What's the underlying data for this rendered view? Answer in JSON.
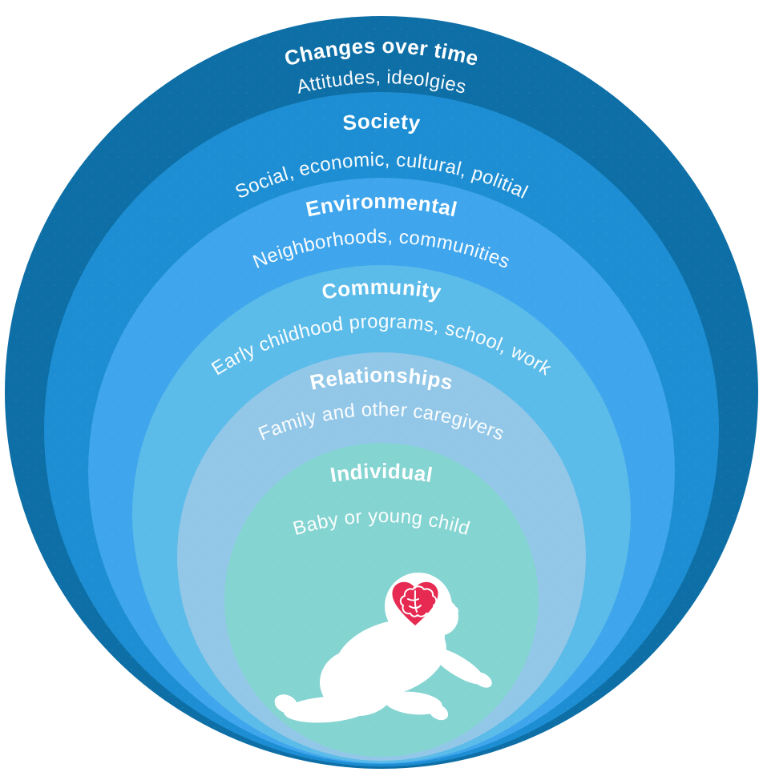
{
  "diagram": {
    "rings": [
      {
        "label": "Changes over time",
        "sublabel": "Attitudes, ideolgies",
        "color": "#0e6fa6"
      },
      {
        "label": "Society",
        "sublabel": "Social, economic, cultural, politial",
        "color": "#1d8ed3"
      },
      {
        "label": "Environmental",
        "sublabel": "Neighborhoods, communities",
        "color": "#3fa5ec"
      },
      {
        "label": "Community",
        "sublabel": "Early childhood programs, school, work",
        "color": "#5bbbe9"
      },
      {
        "label": "Relationships",
        "sublabel": "Family and other caregivers",
        "color": "#92c7e8"
      },
      {
        "label": "Individual",
        "sublabel": "Baby or young child",
        "color": "#84d4d1"
      }
    ],
    "center_icon": {
      "baby_icon": "crawling-baby-icon",
      "heart_icon": "heart-icon",
      "brain_icon": "brain-icon",
      "silhouette_color": "#ffffff",
      "heart_color": "#e62a52",
      "brain_line_color": "#ffffff"
    }
  }
}
